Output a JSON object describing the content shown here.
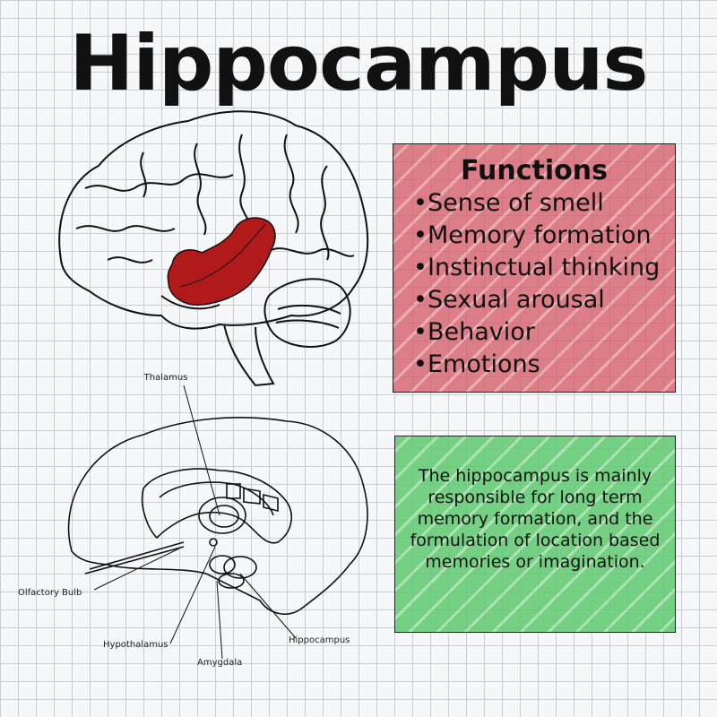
{
  "title": "Hippocampus",
  "functions": {
    "heading": "Functions",
    "items": [
      "Sense of smell",
      "Memory formation",
      "Instinctual thinking",
      "Sexual arousal",
      "Behavior",
      "Emotions"
    ]
  },
  "summary": "The hippocampus is mainly responsible for long term memory formation, and the formulation of location based memories or imagination.",
  "diagram_labels": {
    "thalamus": "Thalamus",
    "olfactory_bulb": "Olfactory Bulb",
    "hypothalamus": "Hypothalamus",
    "amygdala": "Amygdala",
    "hippocampus": "Hippocampus"
  },
  "colors": {
    "hippocampus_highlight": "#b11a1a",
    "functions_card": "#d45c68",
    "summary_card": "#5ec96e"
  }
}
